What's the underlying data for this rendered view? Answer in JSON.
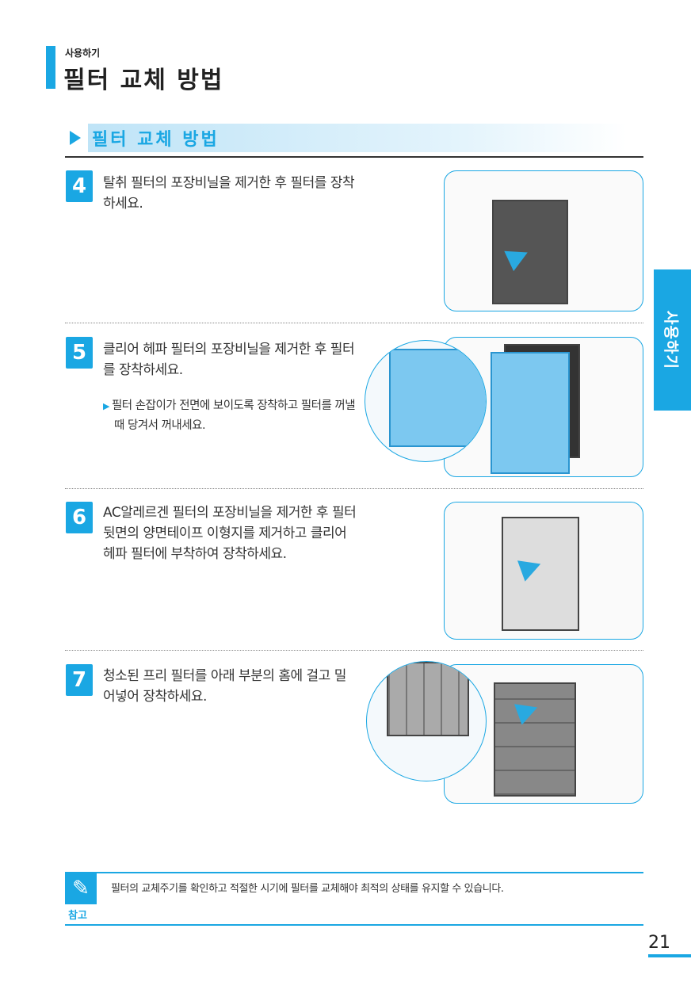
{
  "header": {
    "category": "사용하기",
    "title": "필터 교체 방법"
  },
  "section": {
    "title": "필터 교체 방법"
  },
  "steps": [
    {
      "number": "4",
      "text": "탈취 필터의 포장비닐을 제거한 후 필터를 장착하세요."
    },
    {
      "number": "5",
      "text": "클리어 헤파 필터의 포장비닐을 제거한 후 필터를 장착하세요.",
      "bullet": "필터 손잡이가 전면에 보이도록 장착하고 필터를 꺼낼 때 당겨서 꺼내세요."
    },
    {
      "number": "6",
      "text": "AC알레르겐 필터의 포장비닐을 제거한 후 필터 뒷면의 양면테이프 이형지를 제거하고 클리어 헤파 필터에 부착하여 장착하세요."
    },
    {
      "number": "7",
      "text": "청소된 프리 필터를 아래 부분의 홈에 걸고 밀어넣어 장착하세요."
    }
  ],
  "note": {
    "label": "참고",
    "icon": "pencil-icon",
    "text": "필터의 교체주기를 확인하고 적절한 시기에 필터를 교체해야 최적의 상태를 유지할 수 있습니다."
  },
  "side_tab": {
    "label": "사용하기"
  },
  "page_number": "21",
  "colors": {
    "accent": "#1aa7e3"
  }
}
